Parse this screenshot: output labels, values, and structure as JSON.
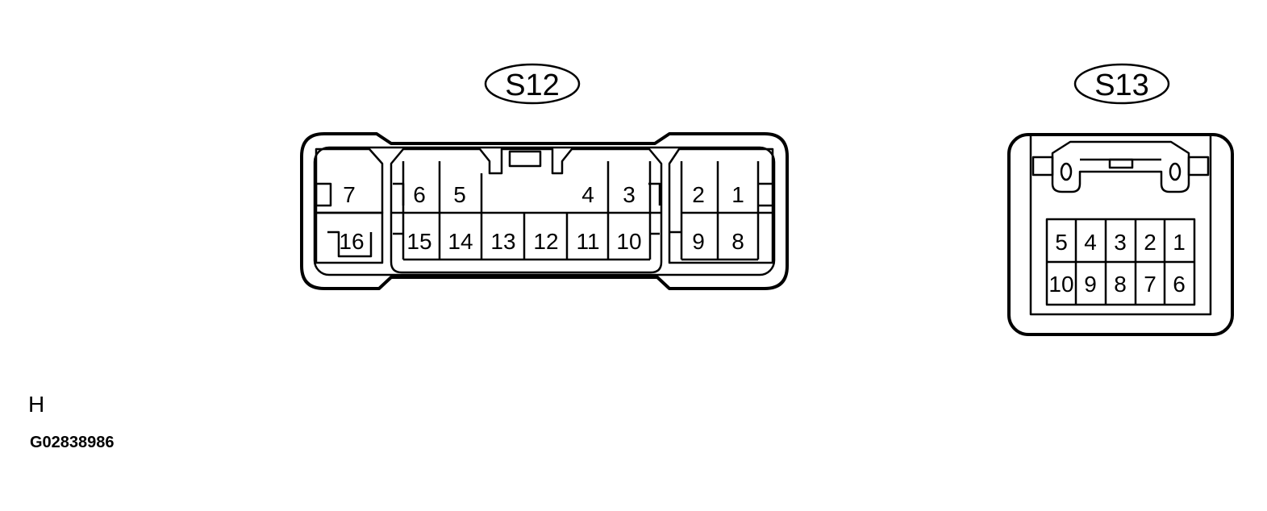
{
  "connectors": {
    "s12": {
      "label": "S12",
      "pins": [
        "1",
        "2",
        "3",
        "4",
        "5",
        "6",
        "7",
        "8",
        "9",
        "10",
        "11",
        "12",
        "13",
        "14",
        "15",
        "16"
      ]
    },
    "s13": {
      "label": "S13",
      "pins": [
        "1",
        "2",
        "3",
        "4",
        "5",
        "6",
        "7",
        "8",
        "9",
        "10"
      ]
    }
  },
  "view_letter": "H",
  "figure_code": "G02838986",
  "colors": {
    "line": "#000000",
    "background": "#ffffff"
  }
}
